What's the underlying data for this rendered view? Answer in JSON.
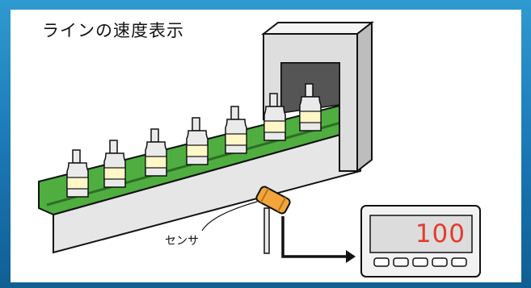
{
  "title": "ラインの速度表示",
  "sensor_label": "センサ",
  "meter": {
    "value": "100"
  },
  "colors": {
    "belt": "#4fae3f",
    "belt_dark": "#2c6e25",
    "bottle": "#eaeaea",
    "bottle_label": "#fff7c8",
    "sensor": "#f3a43a",
    "gate": "#dedede",
    "meter_digits": "#e33b2f"
  }
}
